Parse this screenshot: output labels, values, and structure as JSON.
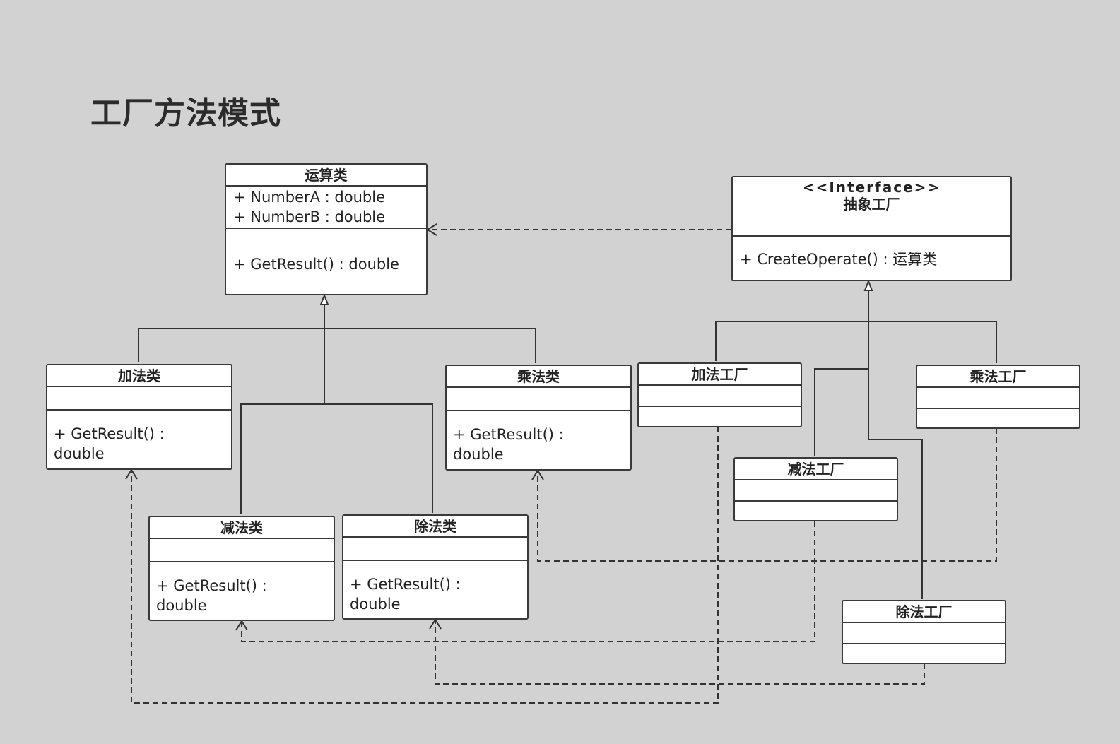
{
  "title": "工厂方法模式",
  "classes": {
    "operation": {
      "name": "运算类",
      "attrs": [
        "+ NumberA : double",
        "+ NumberB : double"
      ],
      "ops": [
        "+ GetResult() :  double"
      ]
    },
    "add": {
      "name": "加法类",
      "ops": "+ GetResult() : double"
    },
    "sub": {
      "name": "减法类",
      "ops": "+ GetResult() : double"
    },
    "div": {
      "name": "除法类",
      "ops": "+ GetResult() : double"
    },
    "mul": {
      "name": "乘法类",
      "ops": "+ GetResult() : double"
    },
    "factory": {
      "stereotype": "<<Interface>>",
      "name": "抽象工厂",
      "ops": "+ CreateOperate() : 运算类"
    },
    "add_factory": {
      "name": "加法工厂"
    },
    "sub_factory": {
      "name": "减法工厂"
    },
    "mul_factory": {
      "name": "乘法工厂"
    },
    "div_factory": {
      "name": "除法工厂"
    }
  }
}
